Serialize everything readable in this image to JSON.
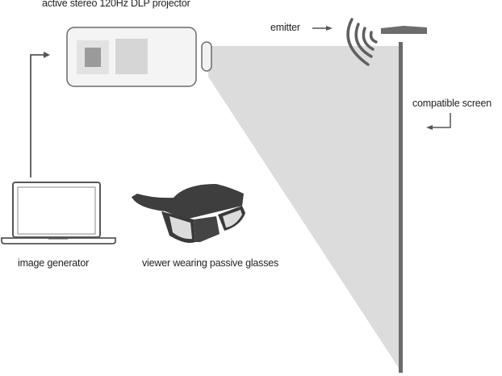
{
  "labels": {
    "projector": "active stereo 120Hz DLP projector",
    "emitter": "emitter",
    "screen": "compatible screen",
    "image_generator": "image generator",
    "glasses": "viewer wearing passive glasses"
  },
  "colors": {
    "projection": "#dcdcdc",
    "screen": "#6b6b6b",
    "arrow": "#555555",
    "text": "#231f20"
  }
}
